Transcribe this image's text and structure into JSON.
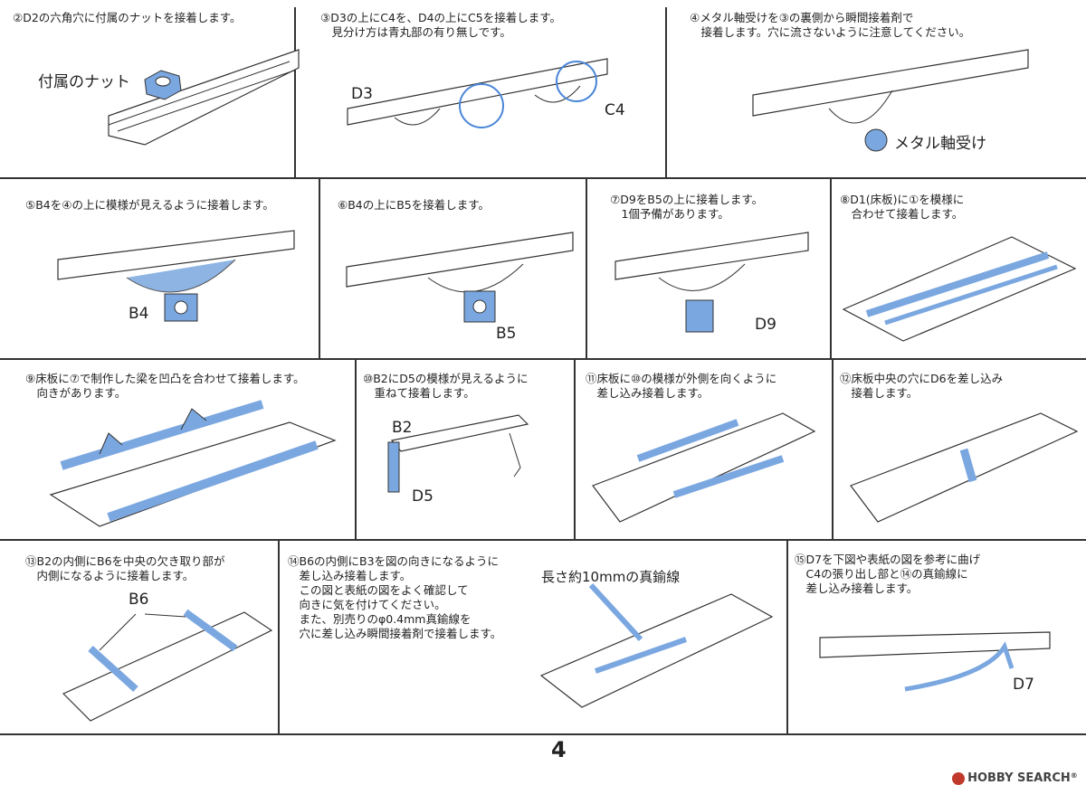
{
  "steps": [
    {
      "text": "②D2の六角穴に付属のナットを接着します。",
      "labels": [
        "付属のナット"
      ]
    },
    {
      "text": "③D3の上にC4を、D4の上にC5を接着します。\n　見分け方は青丸部の有り無しです。",
      "labels": [
        "D3",
        "C4"
      ]
    },
    {
      "text": "④メタル軸受けを③の裏側から瞬間接着剤で\n　接着します。穴に流さないように注意してください。",
      "labels": [
        "メタル軸受け"
      ]
    },
    {
      "text": "⑤B4を④の上に模様が見えるように接着します。",
      "labels": [
        "B4"
      ]
    },
    {
      "text": "⑥B4の上にB5を接着します。",
      "labels": [
        "B5"
      ]
    },
    {
      "text": "⑦D9をB5の上に接着します。\n　1個予備があります。",
      "labels": [
        "D9"
      ]
    },
    {
      "text": "⑧D1(床板)に①を模様に\n　合わせて接着します。",
      "labels": []
    },
    {
      "text": "⑨床板に⑦で制作した梁を凹凸を合わせて接着します。\n　向きがあります。",
      "labels": []
    },
    {
      "text": "⑩B2にD5の模様が見えるように\n　重ねて接着します。",
      "labels": [
        "B2",
        "D5"
      ]
    },
    {
      "text": "⑪床板に⑩の模様が外側を向くように\n　差し込み接着します。",
      "labels": []
    },
    {
      "text": "⑫床板中央の穴にD6を差し込み\n　接着します。",
      "labels": []
    },
    {
      "text": "⑬B2の内側にB6を中央の欠き取り部が\n　内側になるように接着します。",
      "labels": [
        "B6"
      ]
    },
    {
      "text": "⑭B6の内側にB3を図の向きになるように\n　差し込み接着します。\n　この図と表紙の図をよく確認して\n　向きに気を付けてください。\n　また、別売りのφ0.4mm真鍮線を\n　穴に差し込み瞬間接着剤で接着します。",
      "labels": [
        "長さ約10mmの真鍮線"
      ]
    },
    {
      "text": "⑮D7を下図や表紙の図を参考に曲げ\n　C4の張り出し部と⑭の真鍮線に\n　差し込み接着します。",
      "labels": [
        "D7"
      ]
    }
  ],
  "page_number": "4",
  "watermark": {
    "brand": "HOBBY SEARCH",
    "registered": "®"
  },
  "colors": {
    "part_highlight": "#7ba7e0",
    "circle": "#4a86d8",
    "line": "#333333"
  }
}
